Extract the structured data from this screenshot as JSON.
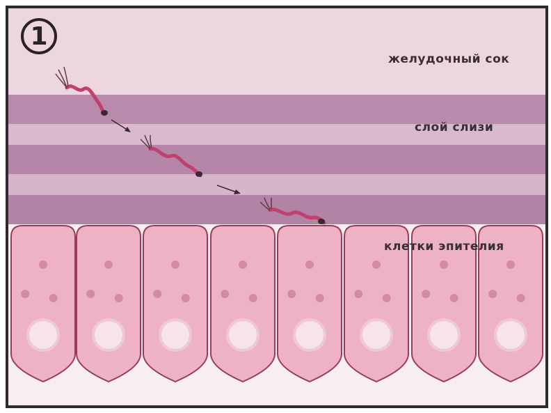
{
  "figure": {
    "number": "1",
    "labels": {
      "gastric_juice": "желудочный сок",
      "mucus_layer": "слой слизи",
      "epithelial_cells": "клетки эпителия"
    },
    "colors": {
      "background_juice": "#edd6e0",
      "mucus_dark": "#b686a8",
      "mucus_light": "#d6b5cb",
      "cell_fill": "#eeb2c6",
      "cell_outline": "#9b3b5c",
      "nucleus_fill": "#f6e4e8",
      "bacterium": "#c0406e"
    }
  }
}
